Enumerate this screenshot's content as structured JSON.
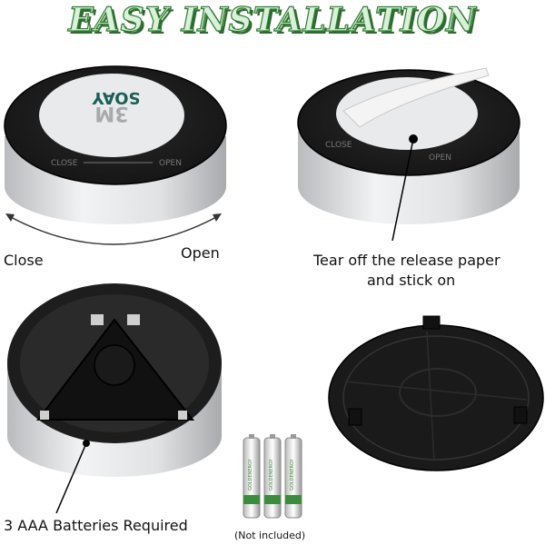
{
  "title": "EASY INSTALLATION",
  "panel_tl": {
    "ring_close": "CLOSE",
    "ring_open": "OPEN",
    "sticker_text": "3M",
    "sticker_brand": "SOAY"
  },
  "rotate_labels": {
    "close": "Close",
    "open": "Open"
  },
  "panel_tr": {
    "ring_close": "CLOSE",
    "ring_open": "OPEN",
    "caption_line1": "Tear off the release paper",
    "caption_line2": "and stick on"
  },
  "panel_bl": {
    "caption": "3 AAA Batteries Required"
  },
  "panel_br": {},
  "batteries": {
    "brand": "GOLDENERGY",
    "count_label": "(Not included)"
  },
  "colors": {
    "title_fill": "#d9f0d9",
    "title_stroke": "#2e7d32",
    "device_black": "#1c1c1c",
    "device_silver": "#d8d9db"
  }
}
